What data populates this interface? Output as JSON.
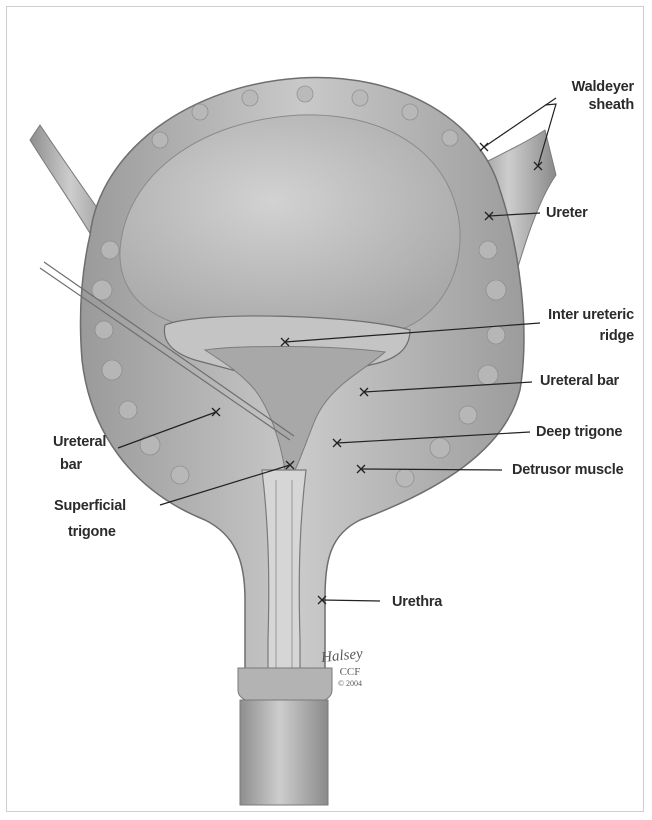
{
  "figure": {
    "labels": {
      "waldeyer_1": "Waldeyer",
      "waldeyer_2": "sheath",
      "ureter": "Ureter",
      "inter_ureteric_1": "Inter ureteric",
      "inter_ureteric_2": "ridge",
      "ureteral_bar_right": "Ureteral bar",
      "deep_trigone": "Deep trigone",
      "detrusor_muscle": "Detrusor muscle",
      "ureteral_bar_left_1": "Ureteral",
      "ureteral_bar_left_2": "bar",
      "superficial_trigone_1": "Superficial",
      "superficial_trigone_2": "trigone",
      "urethra": "Urethra"
    },
    "signature": {
      "artist": "Halsey",
      "org": "CCF",
      "year": "© 2004"
    }
  }
}
